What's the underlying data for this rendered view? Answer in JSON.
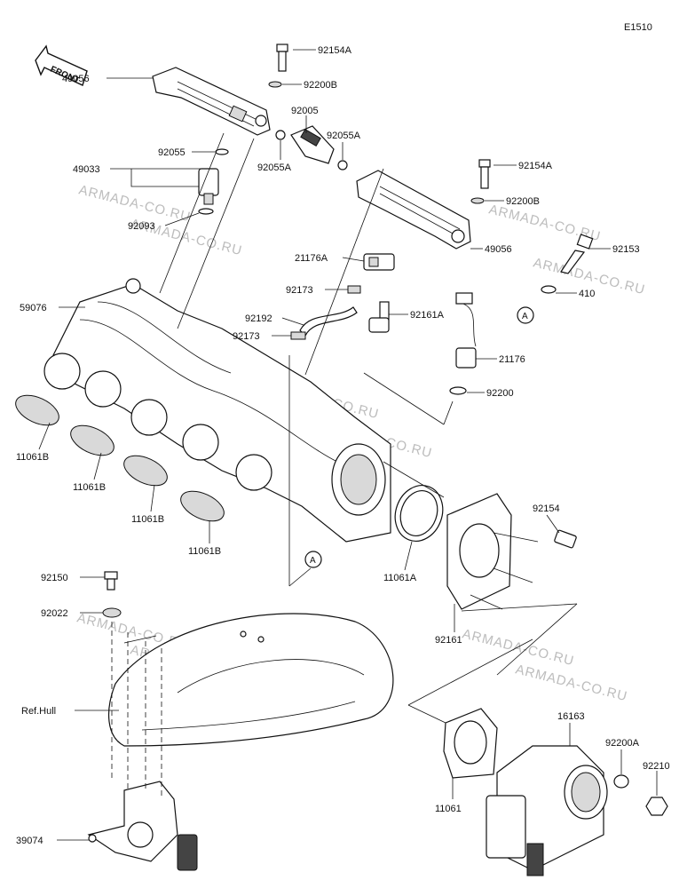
{
  "diagram_code": "E1510",
  "front_label": "FRONT",
  "watermark": "ARMADA-CO.RU",
  "ref_marker": "A",
  "parts": {
    "p49056_top": "49056",
    "p92154A_top": "92154A",
    "p92200B_top": "92200B",
    "p92005": "92005",
    "p92055A_right": "92055A",
    "p92055A_left": "92055A",
    "p92055": "92055",
    "p49033": "49033",
    "p92093": "92093",
    "p92154A_right": "92154A",
    "p92200B_right": "92200B",
    "p49056_right": "49056",
    "p92153": "92153",
    "p410": "410",
    "p21176A": "21176A",
    "p92173_a": "92173",
    "p92192": "92192",
    "p92173_b": "92173",
    "p92161A": "92161A",
    "p21176": "21176",
    "p92200": "92200",
    "p59076": "59076",
    "p11061B_1": "11061B",
    "p11061B_2": "11061B",
    "p11061B_3": "11061B",
    "p11061B_4": "11061B",
    "p92154": "92154",
    "p11061A": "11061A",
    "p92161": "92161",
    "p92150": "92150",
    "p92022": "92022",
    "ref_hull": "Ref.Hull",
    "p16163": "16163",
    "p92200A": "92200A",
    "p92210": "92210",
    "p11061": "11061",
    "p39074": "39074"
  }
}
